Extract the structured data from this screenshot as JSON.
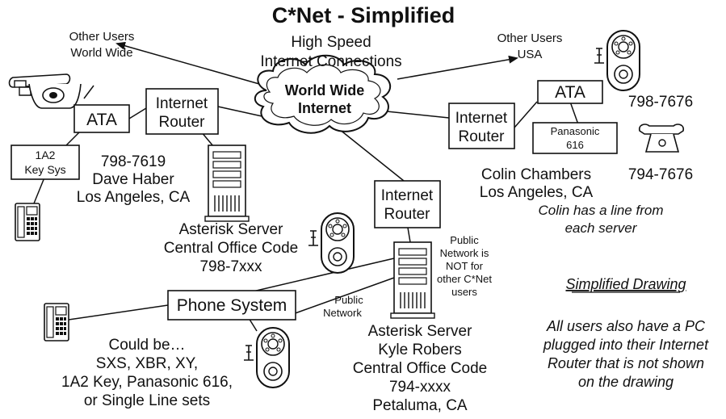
{
  "title": "C*Net  -  Simplified",
  "cloud": {
    "line1": "World Wide",
    "line2": "Internet"
  },
  "high_speed": {
    "line1": "High Speed",
    "line2": "Internet Connections"
  },
  "other_users_ww": {
    "line1": "Other Users",
    "line2": "World Wide"
  },
  "other_users_usa": {
    "line1": "Other Users",
    "line2": "USA"
  },
  "left_site": {
    "ata": "ATA",
    "router": {
      "line1": "Internet",
      "line2": "Router"
    },
    "keysys": {
      "line1": "1A2",
      "line2": "Key Sys"
    },
    "number": "798-7619",
    "name": "Dave Haber",
    "city": "Los Angeles, CA",
    "server": {
      "line1": "Asterisk Server",
      "line2": "Central Office Code",
      "line3": "798-7xxx"
    }
  },
  "right_site": {
    "ata": "ATA",
    "ata_number": "798-7676",
    "router": {
      "line1": "Internet",
      "line2": "Router"
    },
    "panasonic": {
      "line1": "Panasonic",
      "line2": "616"
    },
    "phone_number": "794-7676",
    "name": "Colin Chambers",
    "city": "Los Angeles, CA",
    "note": {
      "line1": "Colin has a line from",
      "line2": "each server"
    }
  },
  "center_site": {
    "router": {
      "line1": "Internet",
      "line2": "Router"
    },
    "public_note": {
      "line1": "Public",
      "line2": "Network is",
      "line3": "NOT for",
      "line4": "other C*Net",
      "line5": "users"
    },
    "public_network": {
      "line1": "Public",
      "line2": "Network"
    },
    "server": {
      "line1": "Asterisk Server",
      "line2": "Kyle Robers",
      "line3": "Central Office Code",
      "line4": "794-xxxx",
      "line5": "Petaluma, CA"
    }
  },
  "phone_system": {
    "label": "Phone System",
    "could_be": {
      "line1": "Could be…",
      "line2": "SXS, XBR, XY,",
      "line3": "1A2 Key, Panasonic 616,",
      "line4": "or Single Line sets"
    }
  },
  "notes": {
    "heading": "Simplified Drawing",
    "line1": "All users also have a PC",
    "line2": "plugged into their Internet",
    "line3": "Router that is not shown",
    "line4": "on the drawing"
  }
}
